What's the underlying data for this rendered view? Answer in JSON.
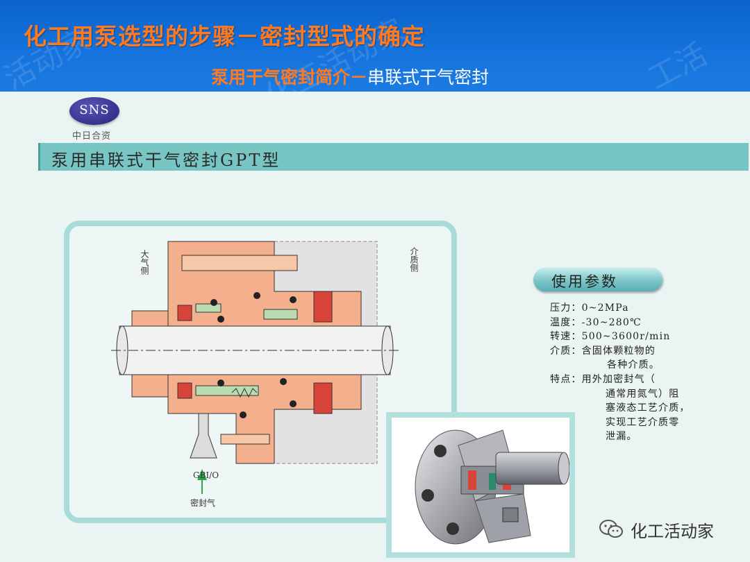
{
  "header": {
    "title": "化工用泵选型的步骤－密封型式的确定",
    "subtitle_part1": "泵用干气密封简介－",
    "subtitle_part2": "串联式干气密封"
  },
  "logo": {
    "text": "SNS",
    "caption": "中日合资"
  },
  "banner": {
    "text": "泵用串联式干气密封GPT型"
  },
  "diagram": {
    "label_atmosphere": "大气侧",
    "label_medium": "介质侧",
    "label_port": "GBI/O",
    "label_seal_gas": "密封气"
  },
  "params": {
    "heading": "使用参数",
    "pressure": "压力：0~2MPa",
    "temperature": "温度：-30~280℃",
    "speed": "转速：500~3600r/min",
    "medium_1": "介质：含固体颗粒物的",
    "medium_2": "各种介质。",
    "feature_1": "特点：用外加密封气（",
    "feature_2": "通常用氮气）阻",
    "feature_3": "塞液态工艺介质，",
    "feature_4": "实现工艺介质零",
    "feature_5": "泄漏。"
  },
  "footer": {
    "brand": "化工活动家"
  },
  "colors": {
    "header_blue": "#0a63cc",
    "title_orange": "#ff7a1e",
    "banner_teal": "#78c6c4",
    "seal_salmon": "#f4b08c"
  }
}
